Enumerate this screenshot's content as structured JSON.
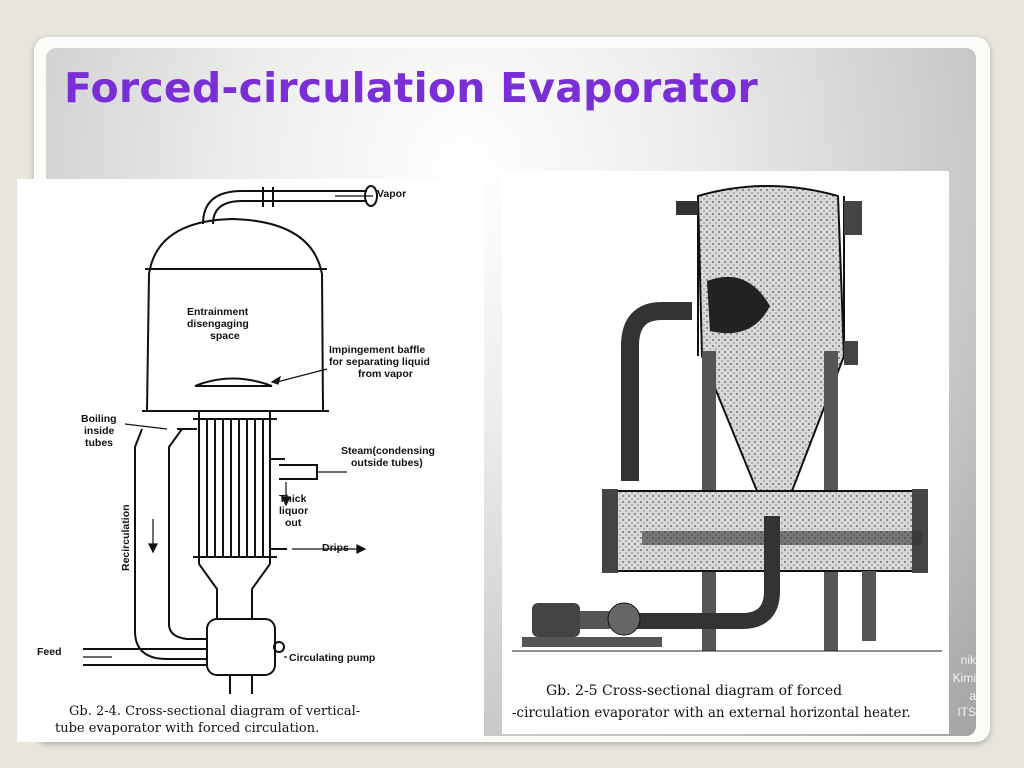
{
  "slide": {
    "title": "Forced-circulation Evaporator",
    "footer_lines": [
      "nik",
      "Kimi",
      "a",
      "ITS"
    ]
  },
  "figure_left": {
    "caption_line1": "Gb. 2-4. Cross-sectional diagram of vertical-",
    "caption_line2": "tube evaporator  with forced circulation.",
    "labels": {
      "vapor": "Vapor",
      "entrainment_1": "Entrainment",
      "entrainment_2": "disengaging",
      "entrainment_3": "space",
      "baffle_1": "Impingement baffle",
      "baffle_2": "for separating liquid",
      "baffle_3": "from vapor",
      "boiling_1": "Boiling",
      "boiling_2": "inside",
      "boiling_3": "tubes",
      "steam_1": "Steam(condensing",
      "steam_2": "outside tubes)",
      "thick_1": "Thick",
      "thick_2": "liquor",
      "thick_3": "out",
      "drips": "Drips",
      "recirculation": "Recirculation",
      "feed": "Feed",
      "pump": "Circulating pump"
    }
  },
  "figure_right": {
    "caption_line1": "Gb. 2-5  Cross-sectional  diagram  of  forced",
    "caption_line2": "-circulation evaporator with an external horizontal heater."
  }
}
